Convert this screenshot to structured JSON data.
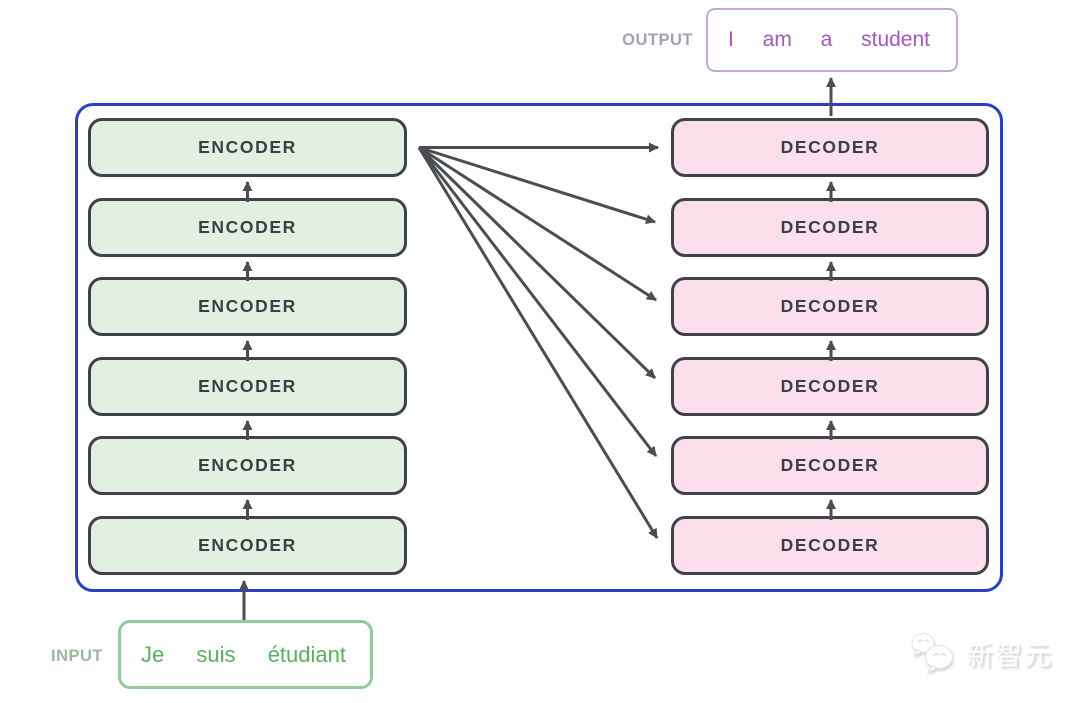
{
  "diagram": {
    "output": {
      "label": "OUTPUT",
      "tokens": [
        "I",
        "am",
        "a",
        "student"
      ]
    },
    "input": {
      "label": "INPUT",
      "tokens": [
        "Je",
        "suis",
        "étudiant"
      ]
    },
    "encoders": [
      "ENCODER",
      "ENCODER",
      "ENCODER",
      "ENCODER",
      "ENCODER",
      "ENCODER"
    ],
    "decoders": [
      "DECODER",
      "DECODER",
      "DECODER",
      "DECODER",
      "DECODER",
      "DECODER"
    ]
  },
  "watermark": {
    "text": "新智元"
  },
  "colors": {
    "encoder_fill": "#e1f0e0",
    "decoder_fill": "#fbe0ec",
    "box_border": "#3f4347",
    "box_text": "#3c4044",
    "container_border": "#2b3ec9",
    "arrow": "#4a4e52",
    "output_border": "#c7a9d8",
    "output_text": "#a556c5",
    "output_label": "#a79eb7",
    "input_border": "#90cd96",
    "input_text": "#56b35c",
    "input_label": "#9db89e"
  }
}
